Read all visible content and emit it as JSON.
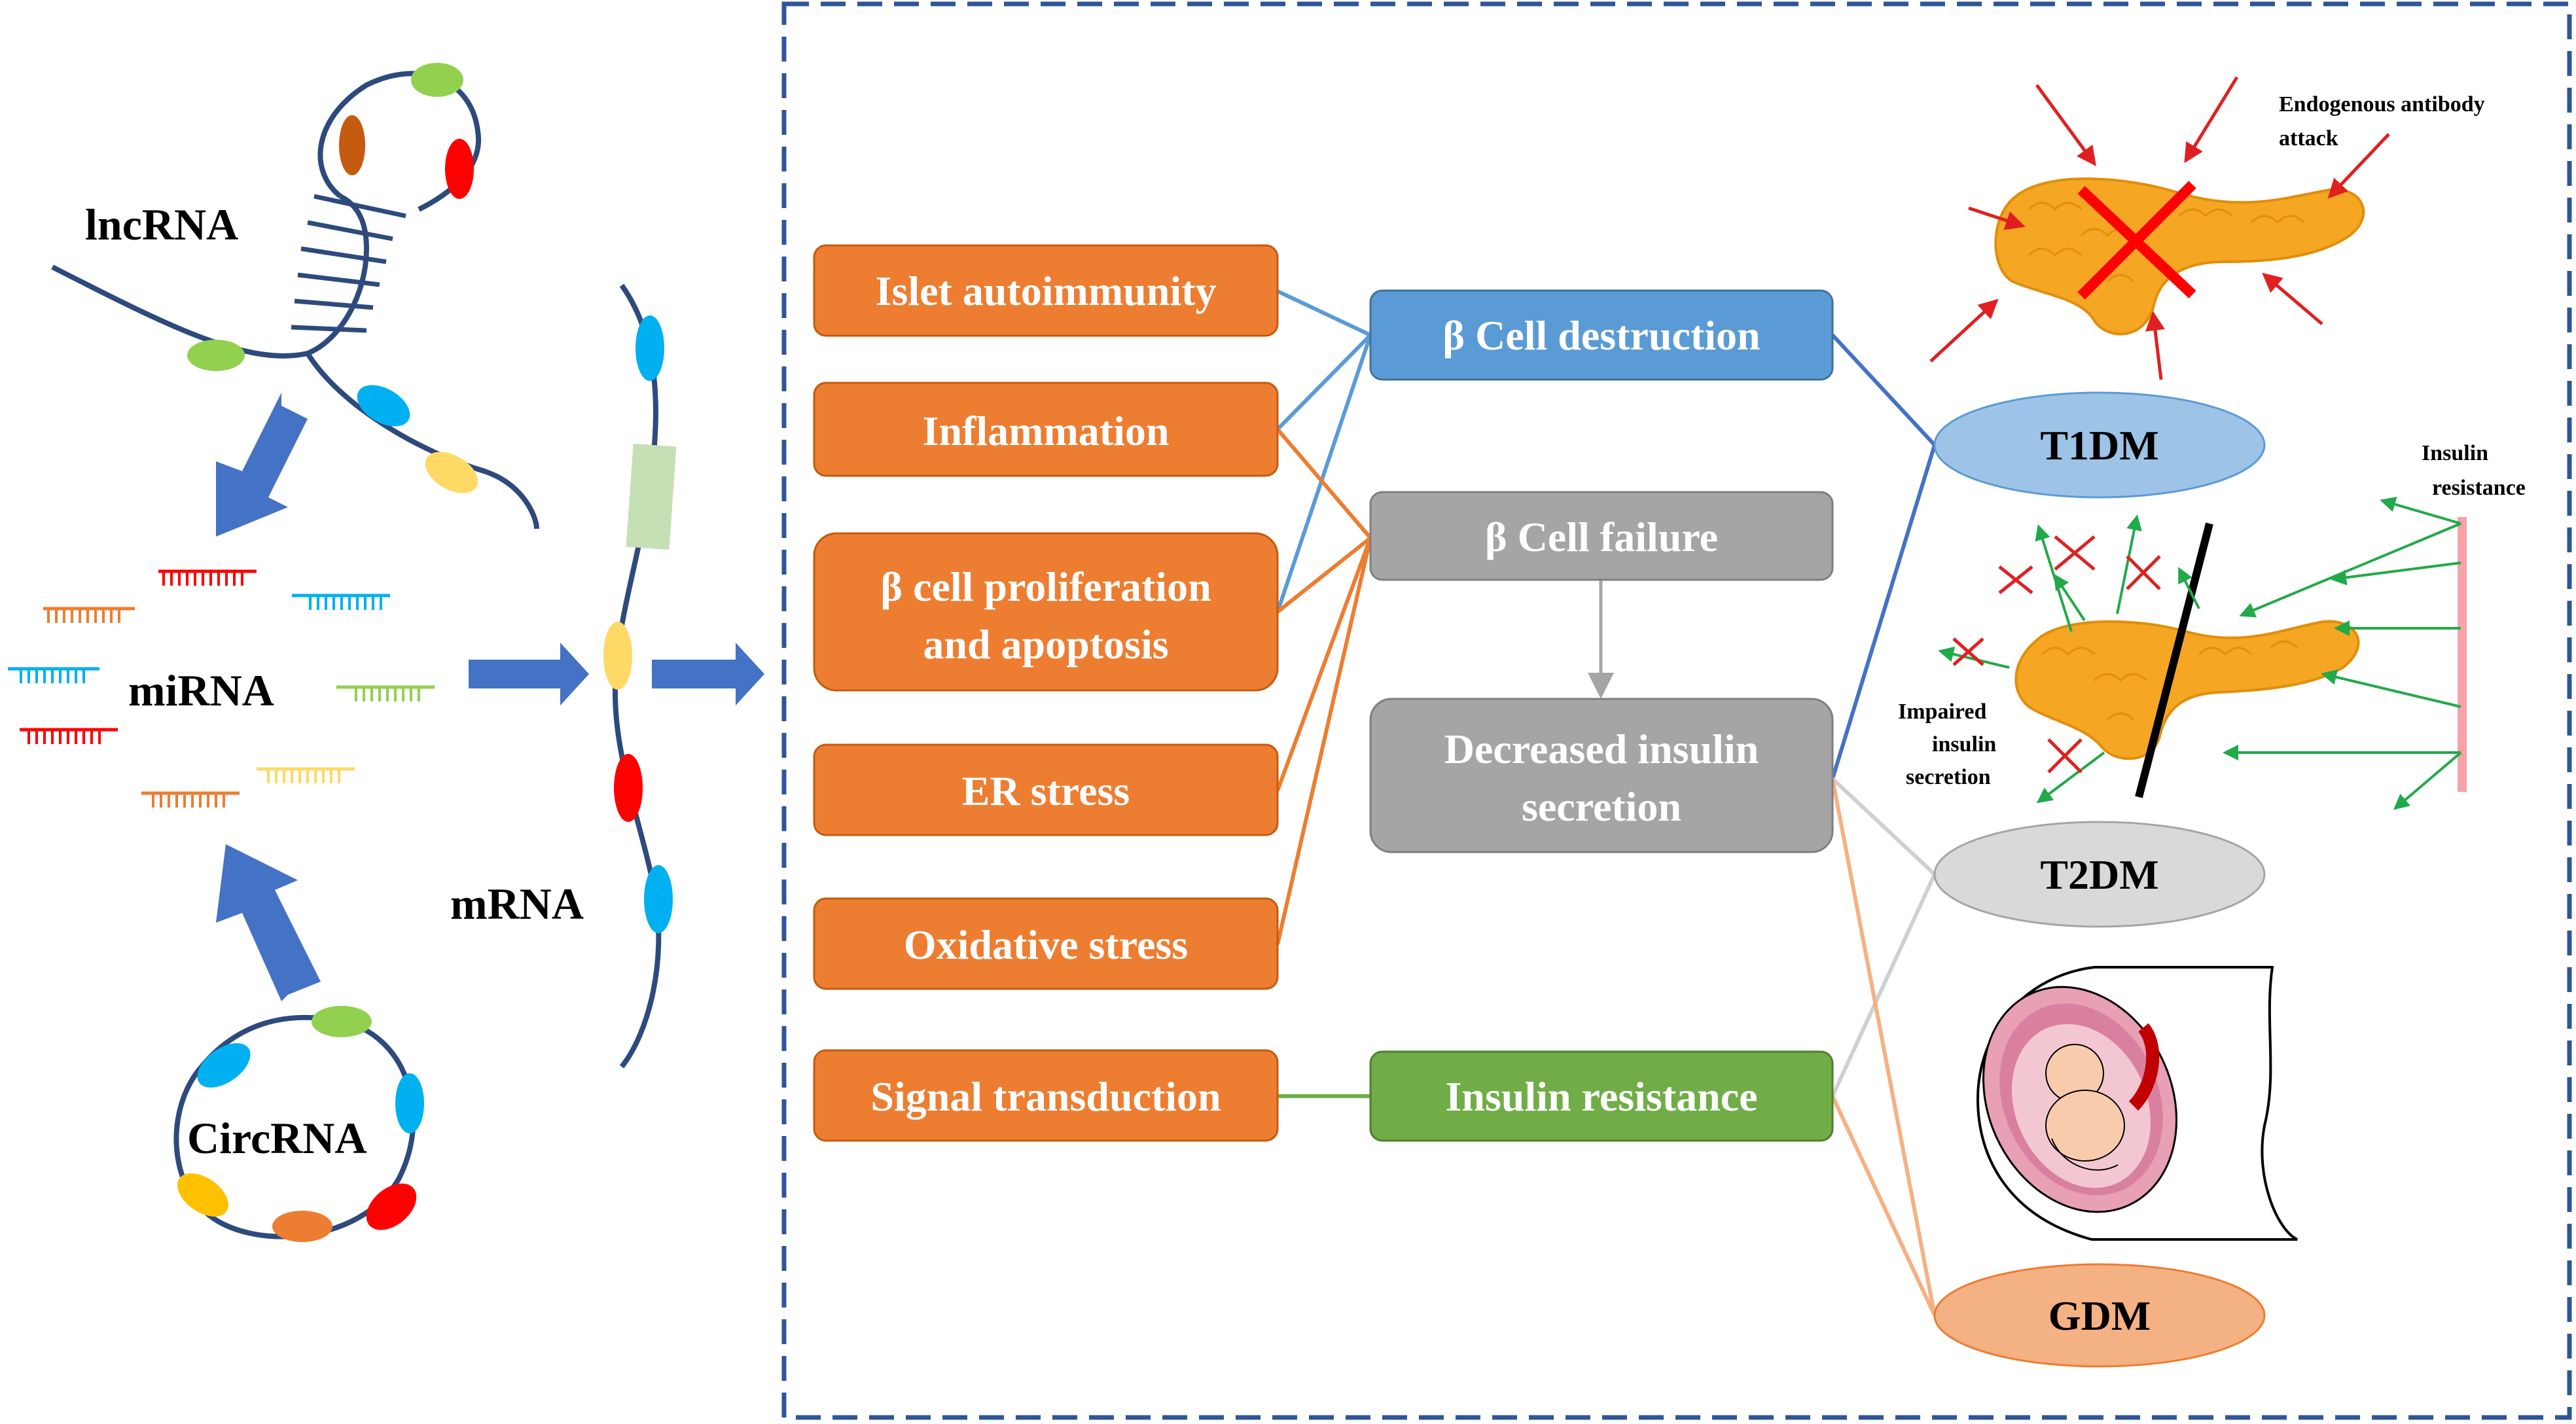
{
  "colors": {
    "orange": "#ED7D31",
    "blue": "#5B9BD5",
    "gray": "#A5A5A5",
    "green": "#70AD47",
    "frame": "#2F5597",
    "t1dm_fill": "#9DC3E6",
    "t2dm_fill": "#D9D9D9",
    "gdm_fill": "#F4B183",
    "pancreas": "#F5A623",
    "red": "#E02020",
    "arrow_blue": "#4472C4"
  },
  "rna": {
    "lncrna": "lncRNA",
    "mirna": "miRNA",
    "mrna": "mRNA",
    "circrna": "CircRNA"
  },
  "factors": [
    {
      "id": "islet",
      "lines": [
        "Islet autoimmunity"
      ]
    },
    {
      "id": "inflammation",
      "lines": [
        "Inflammation"
      ]
    },
    {
      "id": "proliferation",
      "lines": [
        "β cell proliferation",
        "and apoptosis"
      ]
    },
    {
      "id": "er",
      "lines": [
        "ER stress"
      ]
    },
    {
      "id": "oxidative",
      "lines": [
        "Oxidative stress"
      ]
    },
    {
      "id": "signal",
      "lines": [
        "Signal transduction"
      ]
    }
  ],
  "mechanisms": [
    {
      "id": "destruction",
      "lines": [
        "β Cell destruction"
      ]
    },
    {
      "id": "failure",
      "lines": [
        "β Cell failure"
      ]
    },
    {
      "id": "decreased",
      "lines": [
        "Decreased insulin",
        "secretion"
      ]
    },
    {
      "id": "resistance",
      "lines": [
        "Insulin resistance"
      ]
    }
  ],
  "diseases": {
    "t1dm": "T1DM",
    "t2dm": "T2DM",
    "gdm": "GDM"
  },
  "annotations": {
    "antibody_line1": "Endogenous antibody",
    "antibody_line2": "attack",
    "insulin_resistance_line1": "Insulin",
    "insulin_resistance_line2": "resistance",
    "impaired_line1": "Impaired",
    "impaired_line2": "insulin",
    "impaired_line3": "secretion"
  }
}
